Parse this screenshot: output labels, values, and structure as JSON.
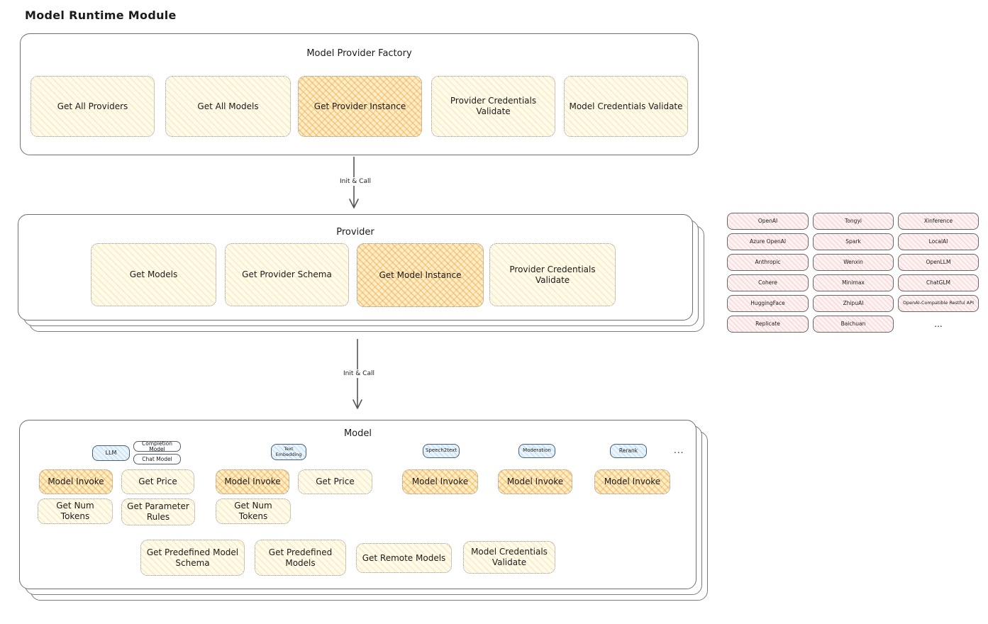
{
  "page_title": "Model Runtime Module",
  "factory": {
    "title": "Model Provider Factory",
    "buttons": [
      {
        "label": "Get All Providers",
        "highlight": false
      },
      {
        "label": "Get All Models",
        "highlight": false
      },
      {
        "label": "Get Provider Instance",
        "highlight": true
      },
      {
        "label": "Provider Credentials Validate",
        "highlight": false
      },
      {
        "label": "Model Credentials Validate",
        "highlight": false
      }
    ]
  },
  "arrows": {
    "init_call_1": "Init & Call",
    "init_call_2": "Init & Call"
  },
  "provider": {
    "title": "Provider",
    "buttons": [
      {
        "label": "Get Models",
        "highlight": false
      },
      {
        "label": "Get Provider Schema",
        "highlight": false
      },
      {
        "label": "Get Model Instance",
        "highlight": true
      },
      {
        "label": "Provider Credentials Validate",
        "highlight": false
      }
    ]
  },
  "provider_list": {
    "items": [
      "OpenAI",
      "Tongyi",
      "Xinference",
      "Azure OpenAI",
      "Spark",
      "LocalAI",
      "Anthropic",
      "Wenxin",
      "OpenLLM",
      "Cohere",
      "Minimax",
      "ChatGLM",
      "HuggingFace",
      "ZhipuAI",
      "OpenAI-Compatible Restful API",
      "Replicate",
      "Baichuan"
    ],
    "more": "..."
  },
  "model": {
    "title": "Model",
    "types": {
      "llm": "LLM",
      "completion_model": "Completion Model",
      "chat_model": "Chat Model",
      "text_embedding": "Text Embedding",
      "speech2text": "Speech2text",
      "moderation": "Moderation",
      "rerank": "Rerank",
      "more": "..."
    },
    "buttons": {
      "llm_model_invoke": "Model Invoke",
      "llm_get_price": "Get Price",
      "llm_get_num_tokens": "Get Num Tokens",
      "llm_get_parameter_rules": "Get Parameter Rules",
      "te_model_invoke": "Model Invoke",
      "te_get_price": "Get Price",
      "te_get_num_tokens": "Get Num Tokens",
      "s2t_model_invoke": "Model Invoke",
      "mod_model_invoke": "Model Invoke",
      "rerank_model_invoke": "Model Invoke",
      "get_predefined_model_schema": "Get Predefined Model Schema",
      "get_predefined_models": "Get Predefined Models",
      "get_remote_models": "Get Remote Models",
      "model_credentials_validate": "Model Credentials Validate"
    }
  },
  "colors": {
    "highlight_orange": "#f0a337",
    "soft_yellow": "#fbf3d6",
    "badge_blue": "#d9eaf8",
    "provider_pink": "#f9dfdf",
    "outline_gray": "#6f6f6f"
  }
}
